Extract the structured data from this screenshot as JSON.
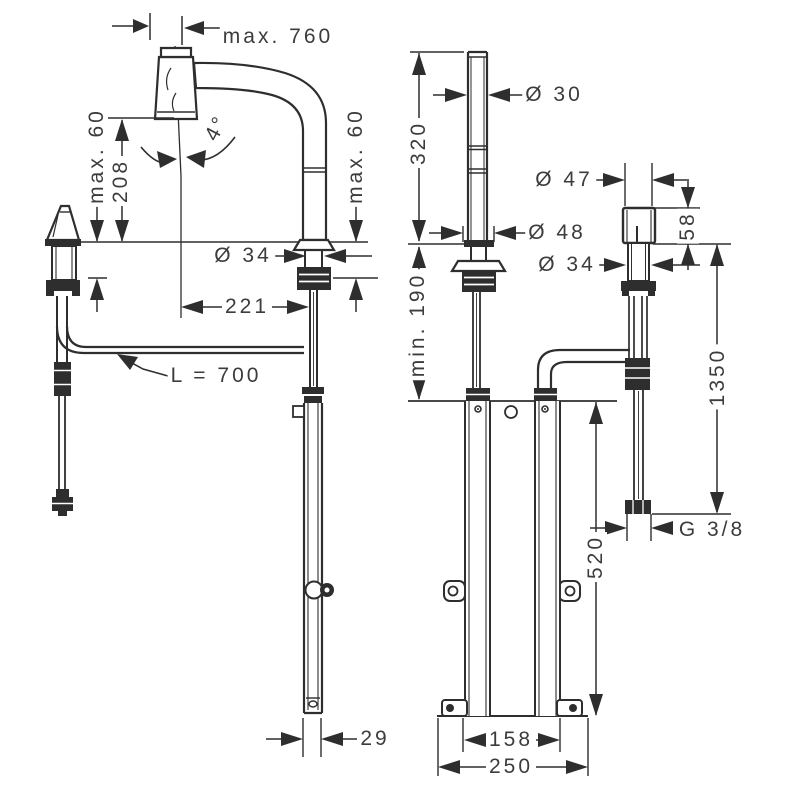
{
  "drawing_type": "faucet installation dimensional diagram",
  "colors": {
    "line": "#2e2e2e",
    "text": "#3c3c3c",
    "bg": "#ffffff"
  },
  "views": {
    "side": {
      "labels": {
        "pullout_length": "max. 760",
        "counter_max_left": "max. 60",
        "outlet_height": "208",
        "swivel_angle": "4°",
        "counter_max_right": "max. 60",
        "shank_diameter": "Ø 34",
        "reach": "221",
        "hose_length": "L = 700",
        "hose_guide_width": "29"
      }
    },
    "front": {
      "labels": {
        "spout_height": "320",
        "spout_diameter": "Ø 30",
        "handle_diameter": "Ø 47",
        "handle_height": "58",
        "base_diameter": "Ø 48",
        "handle_shank_diameter": "Ø 34",
        "min_clearance": "min. 190",
        "supply_hose_length": "1350",
        "connection_thread": "G 3/8",
        "box_height": "520",
        "box_inner_width": "158",
        "base_plate_width": "250"
      }
    }
  }
}
